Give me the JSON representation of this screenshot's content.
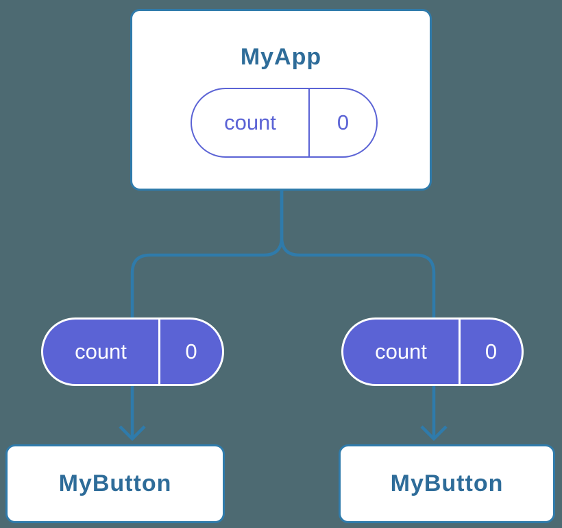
{
  "colors": {
    "background": "#4d6a72",
    "connector_blue": "#2f7bab",
    "node_title_blue": "#2e6c99",
    "state_indigo": "#5b63d5",
    "card_background": "#ffffff"
  },
  "tree": {
    "root": {
      "title": "MyApp",
      "state_pill": {
        "label": "count",
        "value": "0"
      }
    },
    "children": [
      {
        "title": "MyButton",
        "prop_pill": {
          "label": "count",
          "value": "0"
        }
      },
      {
        "title": "MyButton",
        "prop_pill": {
          "label": "count",
          "value": "0"
        }
      }
    ]
  }
}
